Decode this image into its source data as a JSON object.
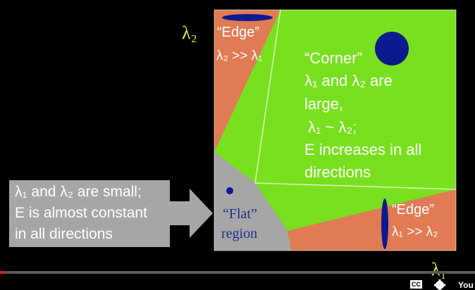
{
  "axes": {
    "y_label": "λ₂",
    "x_label": "λ₁"
  },
  "regions": {
    "edge_top": {
      "title": "“Edge”",
      "condition": "λ₂ >> λ₁"
    },
    "corner": {
      "title": "“Corner”",
      "line1": "λ₁ and λ₂ are",
      "line2": "large,",
      "line3": "λ₁ ~ λ₂;",
      "line4": "E increases in all",
      "line5": "directions"
    },
    "flat": {
      "line1": "“Flat”",
      "line2": "region"
    },
    "edge_bottom": {
      "title": "“Edge”",
      "condition": "λ₁ >> λ₂"
    }
  },
  "note": {
    "line1": "λ₁ and λ₂ are small;",
    "line2": "E is almost constant",
    "line3": "in all directions"
  },
  "colors": {
    "orange": "#e07b54",
    "green": "#78e01e",
    "gray": "#a6a6a6",
    "blue": "#0b1a8c",
    "axis_label": "#f0e442"
  },
  "player": {
    "cc_label": "CC",
    "settings_icon": "gear-icon",
    "brand_text": "You"
  }
}
